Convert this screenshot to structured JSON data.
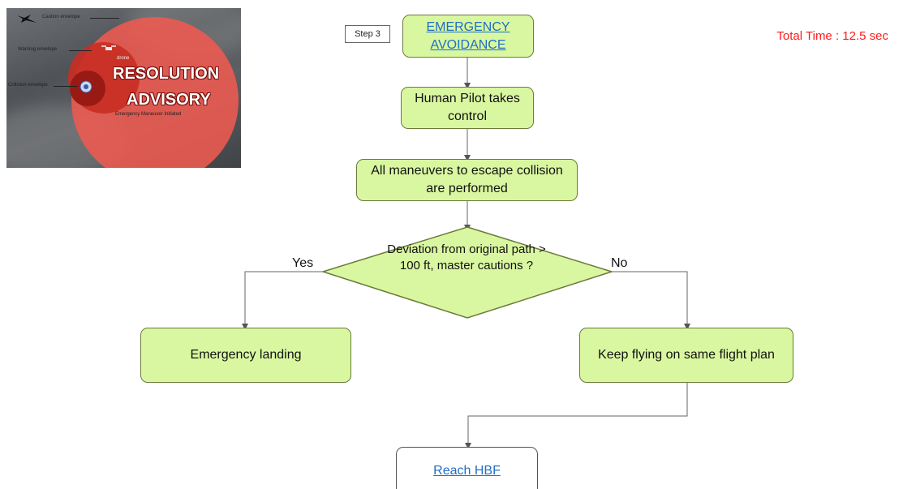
{
  "thumbnail": {
    "caution_label": "Caution envelope",
    "warning_label": "Warning envelope",
    "drone_label": "drone",
    "collision_label": "Collision envelope",
    "title_line1": "RESOLUTION",
    "title_line2": "ADVISORY",
    "sub_label": "Emergency Maneuver Initiated"
  },
  "step_label": "Step 3",
  "total_time": "Total Time : 12.5 sec",
  "nodes": {
    "emergency_avoidance": "EMERGENCY AVOIDANCE",
    "human_pilot": "Human Pilot takes control",
    "maneuvers": "All maneuvers to escape collision are performed",
    "decision": "Deviation from original path > 100 ft, master cautions ?",
    "emergency_landing": "Emergency landing",
    "keep_flying": "Keep flying on same flight plan",
    "reach_hbf": "Reach HBF"
  },
  "edges": {
    "yes_label": "Yes",
    "no_label": "No"
  },
  "colors": {
    "box_fill": "#d9f7a0",
    "link_blue": "#1f6fc5",
    "total_time_red": "#ff1a1a"
  }
}
